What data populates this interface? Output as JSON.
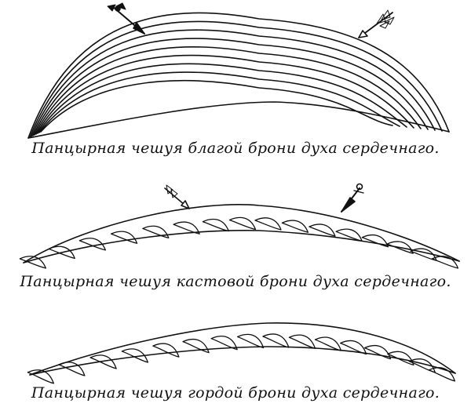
{
  "captions": [
    "Панцырная чешуя благой брони духа сердечнаго.",
    "Панцырная чешуя кастовой брони духа сердечнаго.",
    "Панцырная чешуя гордой брони духа сердечнаго."
  ],
  "colors": {
    "ink": "#111111",
    "paper": "#ffffff"
  }
}
